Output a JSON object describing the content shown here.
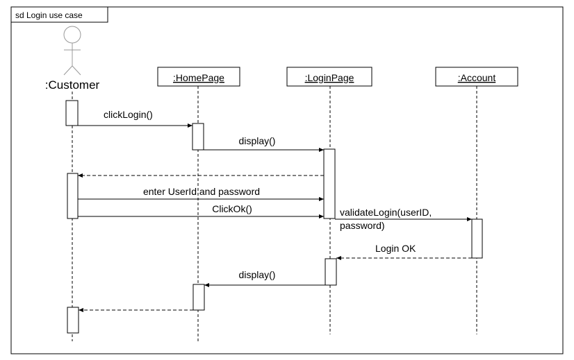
{
  "frame": {
    "label": "sd Login use case"
  },
  "actor": {
    "name": ":Customer"
  },
  "lifelines": [
    {
      "name": ":HomePage"
    },
    {
      "name": ":LoginPage"
    },
    {
      "name": ":Account"
    }
  ],
  "messages": [
    {
      "label": "clickLogin()",
      "kind": "sync"
    },
    {
      "label": "display()",
      "kind": "sync"
    },
    {
      "label": "",
      "kind": "return"
    },
    {
      "label": "enter UserId and password",
      "kind": "sync"
    },
    {
      "label": "ClickOk()",
      "kind": "sync"
    },
    {
      "label_line1": "validateLogin(userID,",
      "label_line2": "password)",
      "kind": "sync"
    },
    {
      "label": "Login OK",
      "kind": "return"
    },
    {
      "label": "display()",
      "kind": "sync"
    },
    {
      "label": "",
      "kind": "return"
    }
  ]
}
